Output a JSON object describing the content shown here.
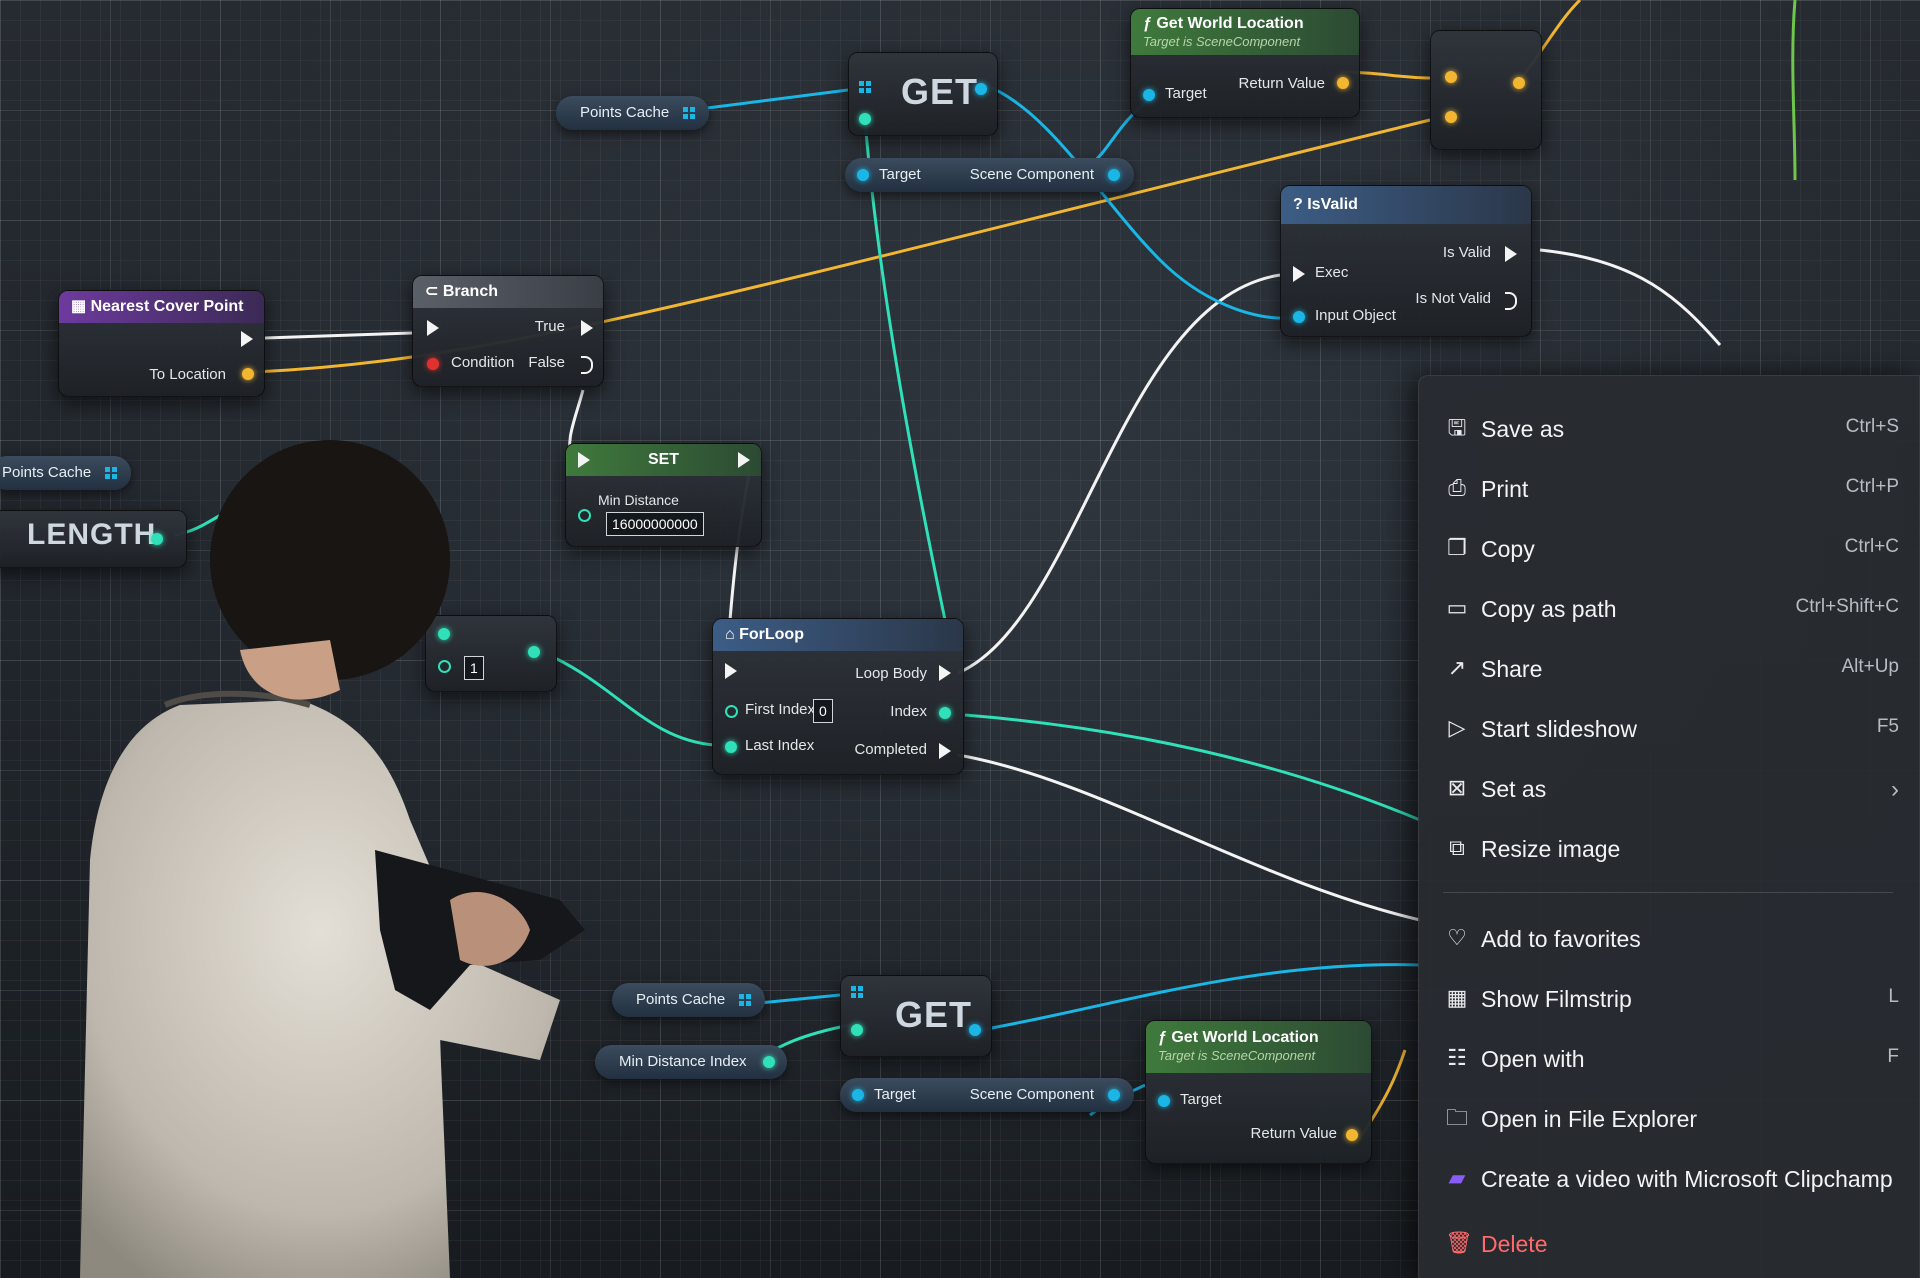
{
  "nodes": {
    "nearest_cover": {
      "title": "Nearest Cover Point",
      "to_location": "To Location"
    },
    "branch": {
      "title": "Branch",
      "condition": "Condition",
      "true_label": "True",
      "false_label": "False"
    },
    "set": {
      "title": "SET",
      "field_label": "Min Distance",
      "field_value": "16000000000"
    },
    "points_cache_top": "Points Cache",
    "points_cache_left": "Points Cache",
    "length": "LENGTH",
    "get_top": {
      "title": "GET",
      "target": "Target",
      "scene_component": "Scene Component"
    },
    "gwl_top": {
      "title": "Get World Location",
      "subtitle": "Target is SceneComponent",
      "target": "Target",
      "return_value": "Return Value"
    },
    "is_valid": {
      "title": "IsValid",
      "exec": "Exec",
      "input_object": "Input Object",
      "is_valid": "Is Valid",
      "is_not_valid": "Is Not Valid"
    },
    "small_node": {
      "value": "1"
    },
    "forloop": {
      "title": "ForLoop",
      "first_index": "First Index",
      "first_value": "0",
      "last_index": "Last Index",
      "loop_body": "Loop Body",
      "index": "Index",
      "completed": "Completed"
    },
    "points_cache_bottom": "Points Cache",
    "min_distance_index": "Min Distance Index",
    "get_bottom": {
      "title": "GET",
      "target": "Target",
      "scene_component": "Scene Component"
    },
    "gwl_bottom": {
      "title": "Get World Location",
      "subtitle": "Target is SceneComponent",
      "target": "Target",
      "return_value": "Return Value"
    }
  },
  "context_menu": {
    "items": [
      {
        "label": "Save as",
        "shortcut": "Ctrl+S",
        "icon": "save-icon"
      },
      {
        "label": "Print",
        "shortcut": "Ctrl+P",
        "icon": "print-icon"
      },
      {
        "label": "Copy",
        "shortcut": "Ctrl+C",
        "icon": "copy-icon"
      },
      {
        "label": "Copy as path",
        "shortcut": "Ctrl+Shift+C",
        "icon": "copy-path-icon"
      },
      {
        "label": "Share",
        "shortcut": "Alt+Up",
        "icon": "share-icon"
      },
      {
        "label": "Start slideshow",
        "shortcut": "F5",
        "icon": "slideshow-icon"
      },
      {
        "label": "Set as",
        "shortcut": "",
        "icon": "set-as-icon"
      },
      {
        "label": "Resize image",
        "shortcut": "",
        "icon": "resize-icon"
      },
      {
        "label": "Add to favorites",
        "shortcut": "",
        "icon": "heart-icon"
      },
      {
        "label": "Show Filmstrip",
        "shortcut": "L",
        "icon": "filmstrip-icon"
      },
      {
        "label": "Open with",
        "shortcut": "F",
        "icon": "open-with-icon"
      },
      {
        "label": "Open in File Explorer",
        "shortcut": "",
        "icon": "folder-icon"
      },
      {
        "label": "Create a video with Microsoft Clipchamp",
        "shortcut": "",
        "icon": "clipchamp-icon"
      },
      {
        "label": "Delete",
        "shortcut": "",
        "icon": "trash-icon"
      }
    ]
  },
  "colors": {
    "exec_wire": "#f4f4f4",
    "object_wire": "#19b6e6",
    "int_wire": "#2fe0b8",
    "vector_wire": "#f2b631",
    "delete_text": "#ff6b6b"
  }
}
